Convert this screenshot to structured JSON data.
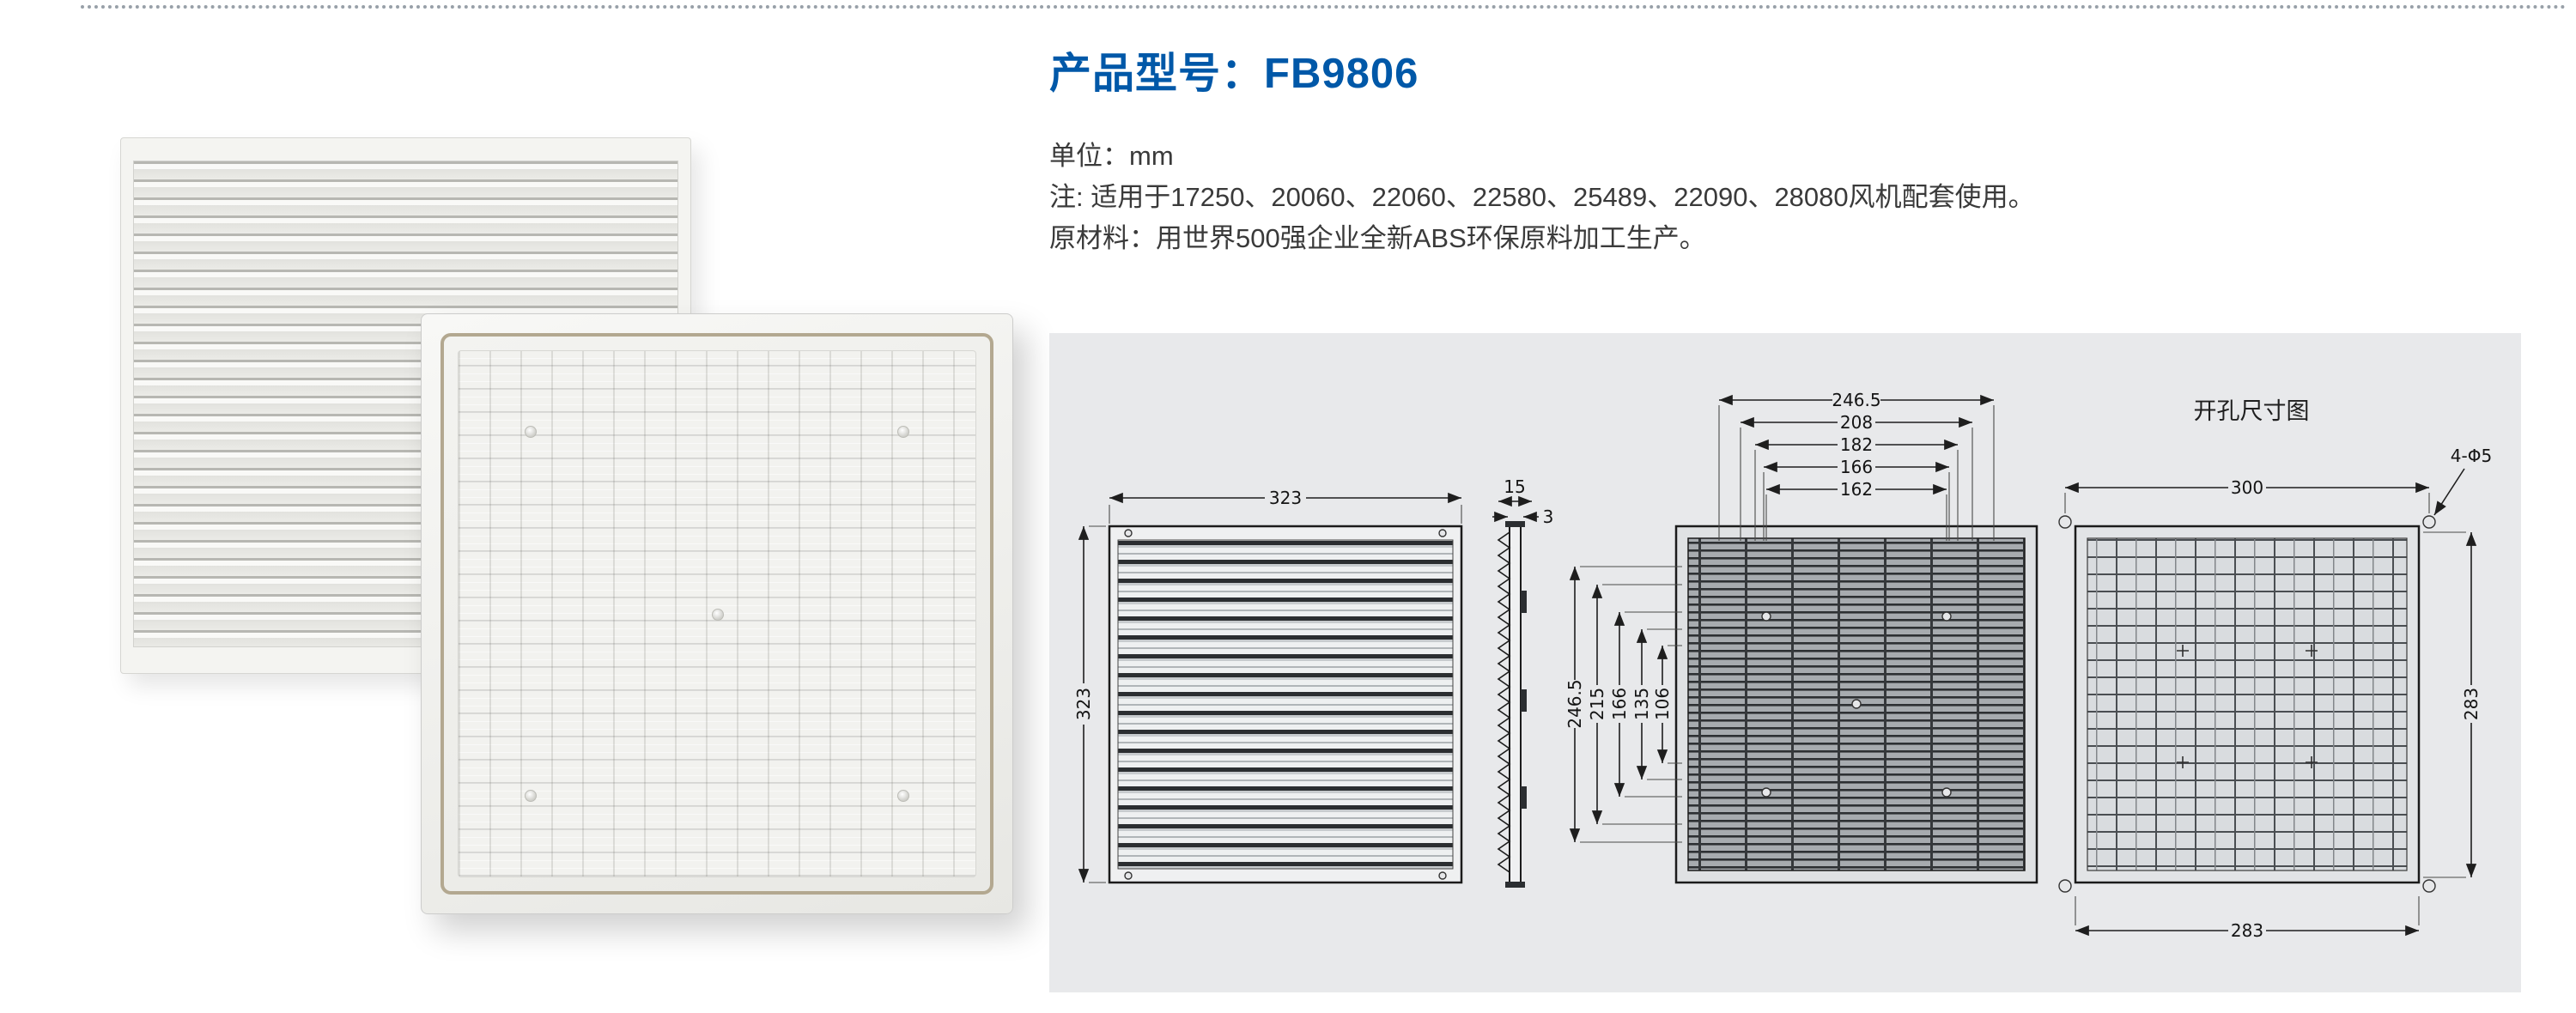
{
  "page": {
    "top_title_label": "产品型号：",
    "model": "FB9806",
    "unit_line": "单位：mm",
    "note_line": "注: 适用于17250、20060、22060、22580、25489、22090、28080风机配套使用。",
    "material_line": "原材料：用世界500强企业全新ABS环保原料加工生产。",
    "accent_color": "#0058a8",
    "panel_color": "#e8e9eb"
  },
  "drawings": {
    "front_view": {
      "top_dim": "323",
      "left_dim": "323"
    },
    "side_view": {
      "depth_dim": "15",
      "lip_dim": "3"
    },
    "rear_view": {
      "top_dims": [
        "246.5",
        "208",
        "182",
        "166",
        "162"
      ],
      "left_dims": [
        "246.5",
        "215",
        "166",
        "135",
        "106"
      ]
    },
    "cutout_view": {
      "title": "开孔尺寸图",
      "top_dim": "300",
      "holes_label": "4-Φ5",
      "right_dim": "283",
      "bottom_dim": "283"
    }
  }
}
